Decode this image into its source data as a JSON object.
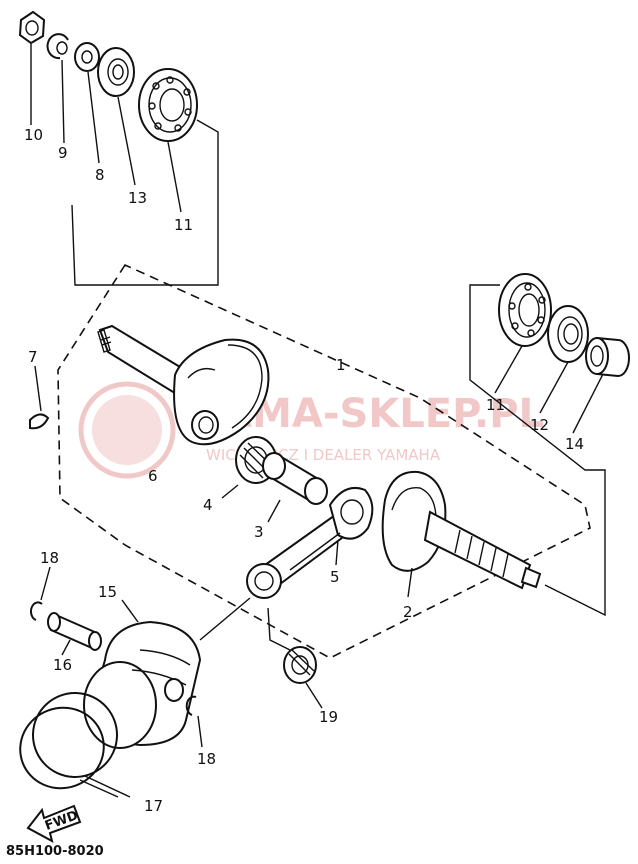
{
  "callouts": {
    "c10": "10",
    "c9": "9",
    "c8": "8",
    "c13": "13",
    "c11a": "11",
    "c11b": "11",
    "c12": "12",
    "c14": "14",
    "c7": "7",
    "c1": "1",
    "c6": "6",
    "c4": "4",
    "c3": "3",
    "c5": "5",
    "c2": "2",
    "c18a": "18",
    "c15": "15",
    "c16": "16",
    "c19": "19",
    "c18b": "18",
    "c17": "17"
  },
  "watermark": {
    "main": "YAMA-SKLEP.PL",
    "sub": "WICHOWICZ I DEALER YAMAHA"
  },
  "fwd_label": "FWD",
  "diagram_code": "85H100-8020",
  "colors": {
    "line": "#111111",
    "watermark": "#d86060"
  }
}
